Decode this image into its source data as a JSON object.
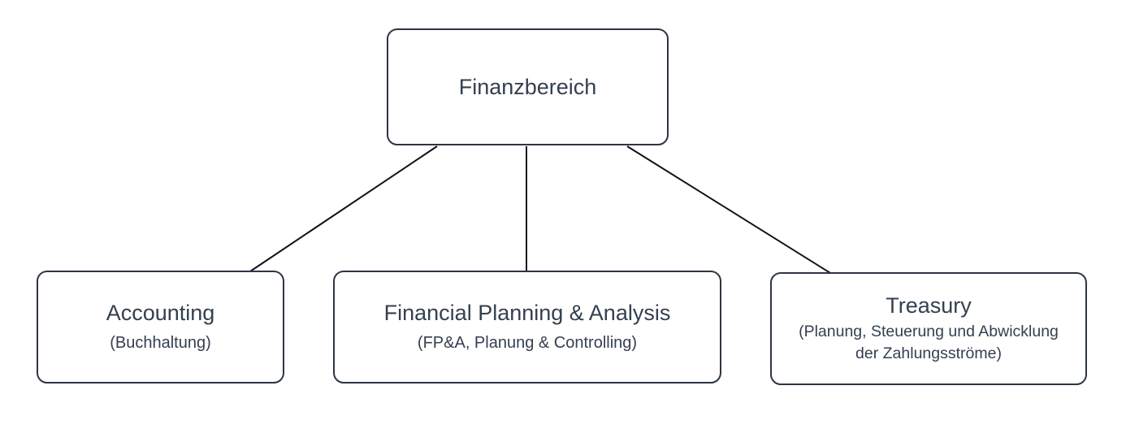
{
  "diagram": {
    "root": {
      "label": "Finanzbereich"
    },
    "children": [
      {
        "title": "Accounting",
        "subtitle": "(Buchhaltung)"
      },
      {
        "title": "Financial Planning & Analysis",
        "subtitle": "(FP&A, Planung & Controlling)"
      },
      {
        "title": "Treasury",
        "subtitle": "(Planung, Steuerung und Abwicklung der Zahlungsströme)"
      }
    ]
  },
  "colors": {
    "border": "#2d3643",
    "text": "#344050",
    "connector": "#111111",
    "background": "#ffffff"
  }
}
